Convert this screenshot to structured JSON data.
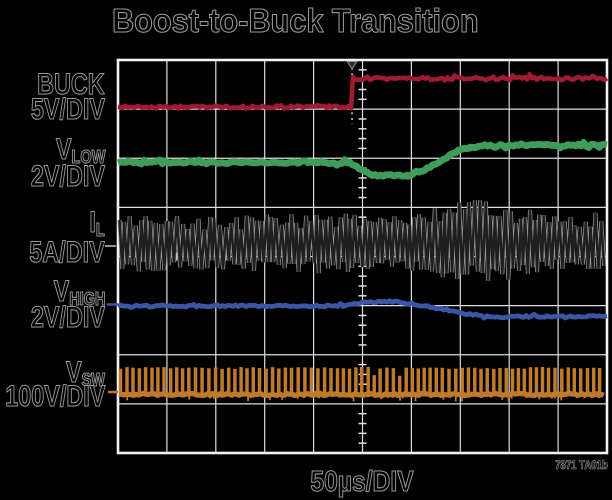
{
  "title": "Boost-to-Buck Transition",
  "xlabel": "50µs/DIV",
  "note": "7871 TA01b",
  "colors": {
    "background": "#000000",
    "grid": "#dedede",
    "border": "#f2f2f2",
    "buck": "#9e1b33",
    "vlow": "#3f9c59",
    "il_core": "#1f1f1f",
    "il_halo": "#959595",
    "vhigh": "#3a56a5",
    "vsw": "#c07a2c",
    "trigger": "#2e2e2e"
  },
  "channels": [
    {
      "id": "buck",
      "main": "BUCK",
      "sub": "",
      "scale": "5V/DIV"
    },
    {
      "id": "vlow",
      "main": "V",
      "sub": "LOW",
      "scale": "2V/DIV"
    },
    {
      "id": "il",
      "main": "I",
      "sub": "L",
      "scale": "5A/DIV"
    },
    {
      "id": "vhigh",
      "main": "V",
      "sub": "HIGH",
      "scale": "2V/DIV"
    },
    {
      "id": "vsw",
      "main": "V",
      "sub": "SW",
      "scale": "100V/DIV"
    }
  ],
  "chart_data": {
    "type": "line",
    "title": "Boost-to-Buck Transition",
    "x_units": "µs",
    "x_per_div": 50,
    "divisions_x": 10,
    "divisions_y": 8,
    "trigger_time_us": 239.3,
    "series": [
      {
        "name": "BUCK",
        "units_per_div": "5V",
        "keypoints": [
          [
            0,
            0.957
          ],
          [
            238.2,
            0.957
          ],
          [
            240.2,
            0.377
          ],
          [
            500,
            0.377
          ]
        ],
        "noise_div": 0.03,
        "thickness_px": 4.6,
        "desc": "buck-enable logic signal steps high at trigger"
      },
      {
        "name": "VLOW",
        "units_per_div": "2V",
        "keypoints": [
          [
            0,
            2.087
          ],
          [
            237,
            2.09
          ],
          [
            244,
            2.17
          ],
          [
            260,
            2.35
          ],
          [
            296,
            2.36
          ],
          [
            308,
            2.28
          ],
          [
            330,
            2.07
          ],
          [
            345,
            1.87
          ],
          [
            360,
            1.78
          ],
          [
            375,
            1.74
          ],
          [
            500,
            1.73
          ]
        ],
        "noise_div": 0.02,
        "thickness_px": 6.8,
        "desc": "low-side output dips then settles higher"
      },
      {
        "name": "IL",
        "units_per_div": "5A",
        "waveform": "triangle-ripple",
        "center_div_pre": 3.745,
        "center_div_post": 3.705,
        "ripple_pp_div_pre": 1.099,
        "ripple_pp_div_post": 1.262,
        "period_us": 5.1,
        "desc": "inductor current ripple grows after transition"
      },
      {
        "name": "VHIGH",
        "units_per_div": "2V",
        "keypoints": [
          [
            0,
            5.007
          ],
          [
            230,
            5.007
          ],
          [
            239,
            4.98
          ],
          [
            250,
            4.93
          ],
          [
            286,
            4.916
          ],
          [
            314,
            5.0
          ],
          [
            339,
            5.1
          ],
          [
            360,
            5.18
          ],
          [
            380,
            5.221
          ],
          [
            500,
            5.221
          ]
        ],
        "noise_div": 0.02,
        "thickness_px": 4.8,
        "desc": "high-side rail bumps up then settles lower"
      },
      {
        "name": "VSW",
        "units_per_div": "100V",
        "waveform": "switching-pulses",
        "baseline_div": 6.809,
        "pulse_top_div": 6.269,
        "period_us": 6.45,
        "pulse_width_us": 3.5,
        "desc": "switch node pulse train"
      }
    ]
  }
}
